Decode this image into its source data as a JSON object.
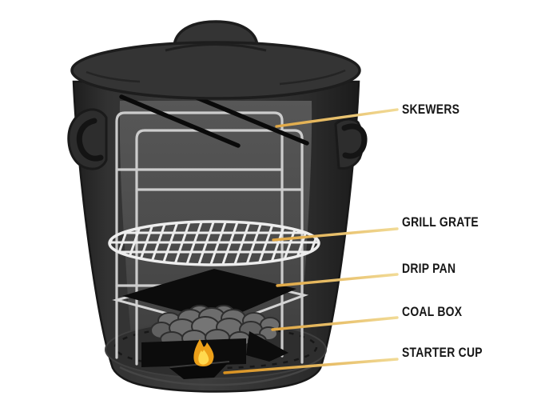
{
  "labels": [
    {
      "id": "skewers",
      "text": "SKEWERS"
    },
    {
      "id": "grill-grate",
      "text": "GRILL GRATE"
    },
    {
      "id": "drip-pan",
      "text": "DRIP PAN"
    },
    {
      "id": "coal-box",
      "text": "COAL BOX"
    },
    {
      "id": "starter-cup",
      "text": "STARTER CUP"
    }
  ],
  "icons": {
    "flame": "flame-icon"
  },
  "colors": {
    "background": "#ffffff",
    "label_text": "#161616",
    "leader_start": "#d8901f",
    "leader_end": "#f2dd9a",
    "can_outline": "#1a1a1a",
    "can_lid": "#343434",
    "rack_wire": "#d3d3d3",
    "grate_wire": "#ededed",
    "accessory_black": "#0c0c0c",
    "coal_gray": "#6d6d6d",
    "flame_outer": "#eda019",
    "flame_inner": "#ffd94f"
  }
}
